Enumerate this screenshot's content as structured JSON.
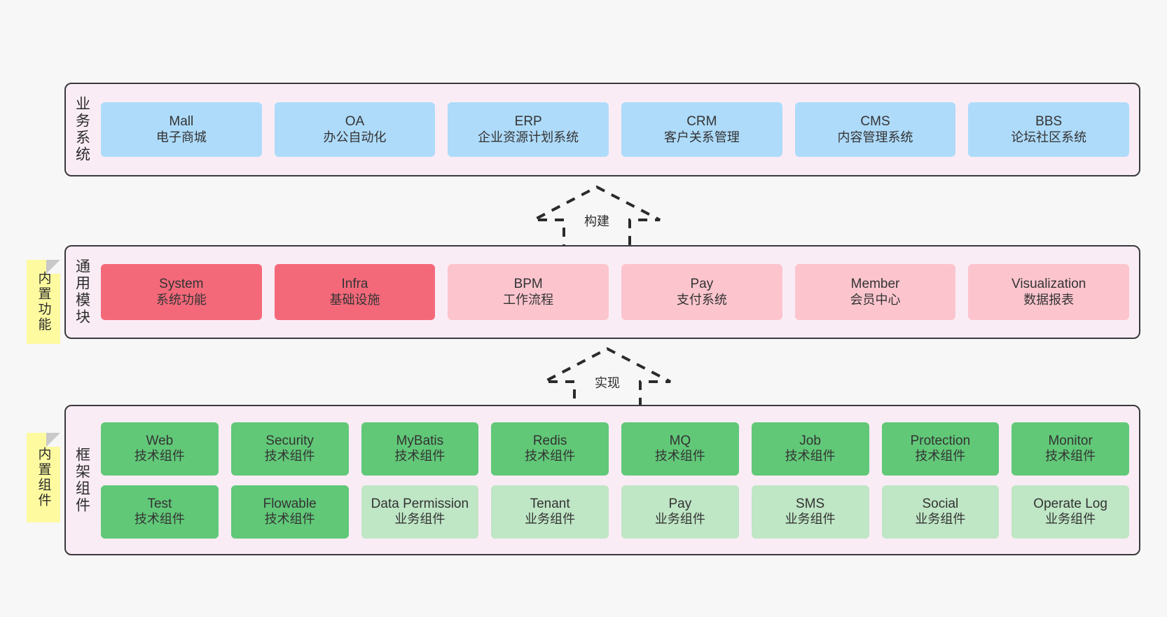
{
  "diagram": {
    "background_color": "#f7f7f7",
    "panel_color": "#faecf5",
    "panel_border_color": "#3a3a3a",
    "sticky_color": "#fdfaa0"
  },
  "layers": [
    {
      "id": "business",
      "title": "业务系统",
      "sticky": null,
      "rows": [
        {
          "cards": [
            {
              "en": "Mall",
              "cn": "电子商城",
              "color": "#aedbfa",
              "style": "c-blue"
            },
            {
              "en": "OA",
              "cn": "办公自动化",
              "color": "#aedbfa",
              "style": "c-blue"
            },
            {
              "en": "ERP",
              "cn": "企业资源计划系统",
              "color": "#aedbfa",
              "style": "c-blue"
            },
            {
              "en": "CRM",
              "cn": "客户关系管理",
              "color": "#aedbfa",
              "style": "c-blue"
            },
            {
              "en": "CMS",
              "cn": "内容管理系统",
              "color": "#aedbfa",
              "style": "c-blue"
            },
            {
              "en": "BBS",
              "cn": "论坛社区系统",
              "color": "#aedbfa",
              "style": "c-blue"
            }
          ]
        }
      ]
    },
    {
      "id": "module",
      "title": "通用模块",
      "sticky": "内置功能",
      "rows": [
        {
          "cards": [
            {
              "en": "System",
              "cn": "系统功能",
              "color": "#f4697a",
              "style": "c-red"
            },
            {
              "en": "Infra",
              "cn": "基础设施",
              "color": "#f4697a",
              "style": "c-red"
            },
            {
              "en": "BPM",
              "cn": "工作流程",
              "color": "#fcc5ce",
              "style": "c-pink"
            },
            {
              "en": "Pay",
              "cn": "支付系统",
              "color": "#fcc5ce",
              "style": "c-pink"
            },
            {
              "en": "Member",
              "cn": "会员中心",
              "color": "#fcc5ce",
              "style": "c-pink"
            },
            {
              "en": "Visualization",
              "cn": "数据报表",
              "color": "#fcc5ce",
              "style": "c-pink"
            }
          ]
        }
      ]
    },
    {
      "id": "framework",
      "title": "框架组件",
      "sticky": "内置组件",
      "rows": [
        {
          "cards": [
            {
              "en": "Web",
              "cn": "技术组件",
              "color": "#61c878",
              "style": "c-green"
            },
            {
              "en": "Security",
              "cn": "技术组件",
              "color": "#61c878",
              "style": "c-green"
            },
            {
              "en": "MyBatis",
              "cn": "技术组件",
              "color": "#61c878",
              "style": "c-green"
            },
            {
              "en": "Redis",
              "cn": "技术组件",
              "color": "#61c878",
              "style": "c-green"
            },
            {
              "en": "MQ",
              "cn": "技术组件",
              "color": "#61c878",
              "style": "c-green"
            },
            {
              "en": "Job",
              "cn": "技术组件",
              "color": "#61c878",
              "style": "c-green"
            },
            {
              "en": "Protection",
              "cn": "技术组件",
              "color": "#61c878",
              "style": "c-green"
            },
            {
              "en": "Monitor",
              "cn": "技术组件",
              "color": "#61c878",
              "style": "c-green"
            }
          ]
        },
        {
          "cards": [
            {
              "en": "Test",
              "cn": "技术组件",
              "color": "#61c878",
              "style": "c-green"
            },
            {
              "en": "Flowable",
              "cn": "技术组件",
              "color": "#61c878",
              "style": "c-green"
            },
            {
              "en": "Data Permission",
              "cn": "业务组件",
              "color": "#bfe6c5",
              "style": "c-lightgreen"
            },
            {
              "en": "Tenant",
              "cn": "业务组件",
              "color": "#bfe6c5",
              "style": "c-lightgreen"
            },
            {
              "en": "Pay",
              "cn": "业务组件",
              "color": "#bfe6c5",
              "style": "c-lightgreen"
            },
            {
              "en": "SMS",
              "cn": "业务组件",
              "color": "#bfe6c5",
              "style": "c-lightgreen"
            },
            {
              "en": "Social",
              "cn": "业务组件",
              "color": "#bfe6c5",
              "style": "c-lightgreen"
            },
            {
              "en": "Operate Log",
              "cn": "业务组件",
              "color": "#bfe6c5",
              "style": "c-lightgreen"
            }
          ]
        }
      ]
    }
  ],
  "arrows": [
    {
      "id": "build",
      "label": "构建",
      "direction": "up"
    },
    {
      "id": "implement",
      "label": "实现",
      "direction": "up"
    }
  ]
}
